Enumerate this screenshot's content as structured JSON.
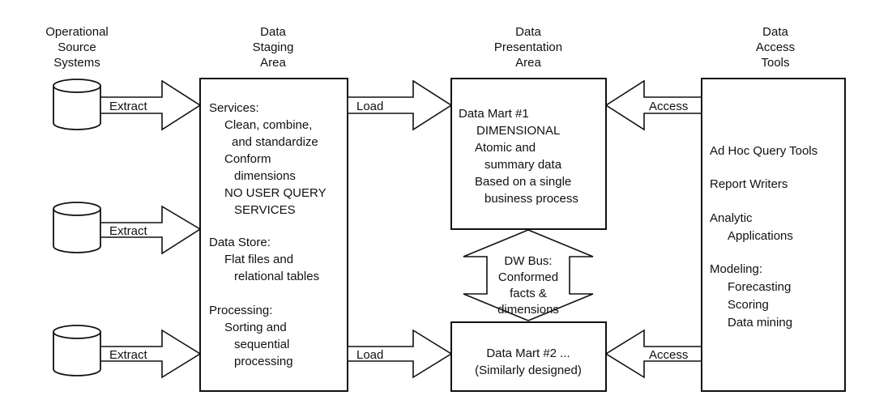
{
  "headers": {
    "operational": [
      "Operational",
      "Source",
      "Systems"
    ],
    "staging": [
      "Data",
      "Staging",
      "Area"
    ],
    "presentation": [
      "Data",
      "Presentation",
      "Area"
    ],
    "access": [
      "Data",
      "Access",
      "Tools"
    ]
  },
  "arrows": {
    "extract_label": "Extract",
    "load_label": "Load",
    "access_label": "Access",
    "bus_lines": [
      "DW Bus:",
      "Conformed",
      "facts &",
      "dimensions"
    ]
  },
  "staging_area": {
    "lines": [
      "Services:",
      "Clean, combine,",
      "and standardize",
      "Conform",
      "dimensions",
      "NO USER QUERY",
      "SERVICES",
      "Data Store:",
      "Flat files and",
      "relational tables",
      "Processing:",
      "Sorting and",
      "sequential",
      "processing"
    ]
  },
  "data_mart_1": {
    "lines": [
      "Data Mart #1",
      "DIMENSIONAL",
      "Atomic and",
      "summary data",
      "Based on a single",
      "business process"
    ]
  },
  "data_mart_2": {
    "lines": [
      "Data Mart #2 ...",
      "(Similarly designed)"
    ]
  },
  "access_tools": {
    "lines": [
      "Ad Hoc Query Tools",
      "Report Writers",
      "Analytic",
      "Applications",
      "Modeling:",
      "Forecasting",
      "Scoring",
      "Data mining"
    ]
  }
}
